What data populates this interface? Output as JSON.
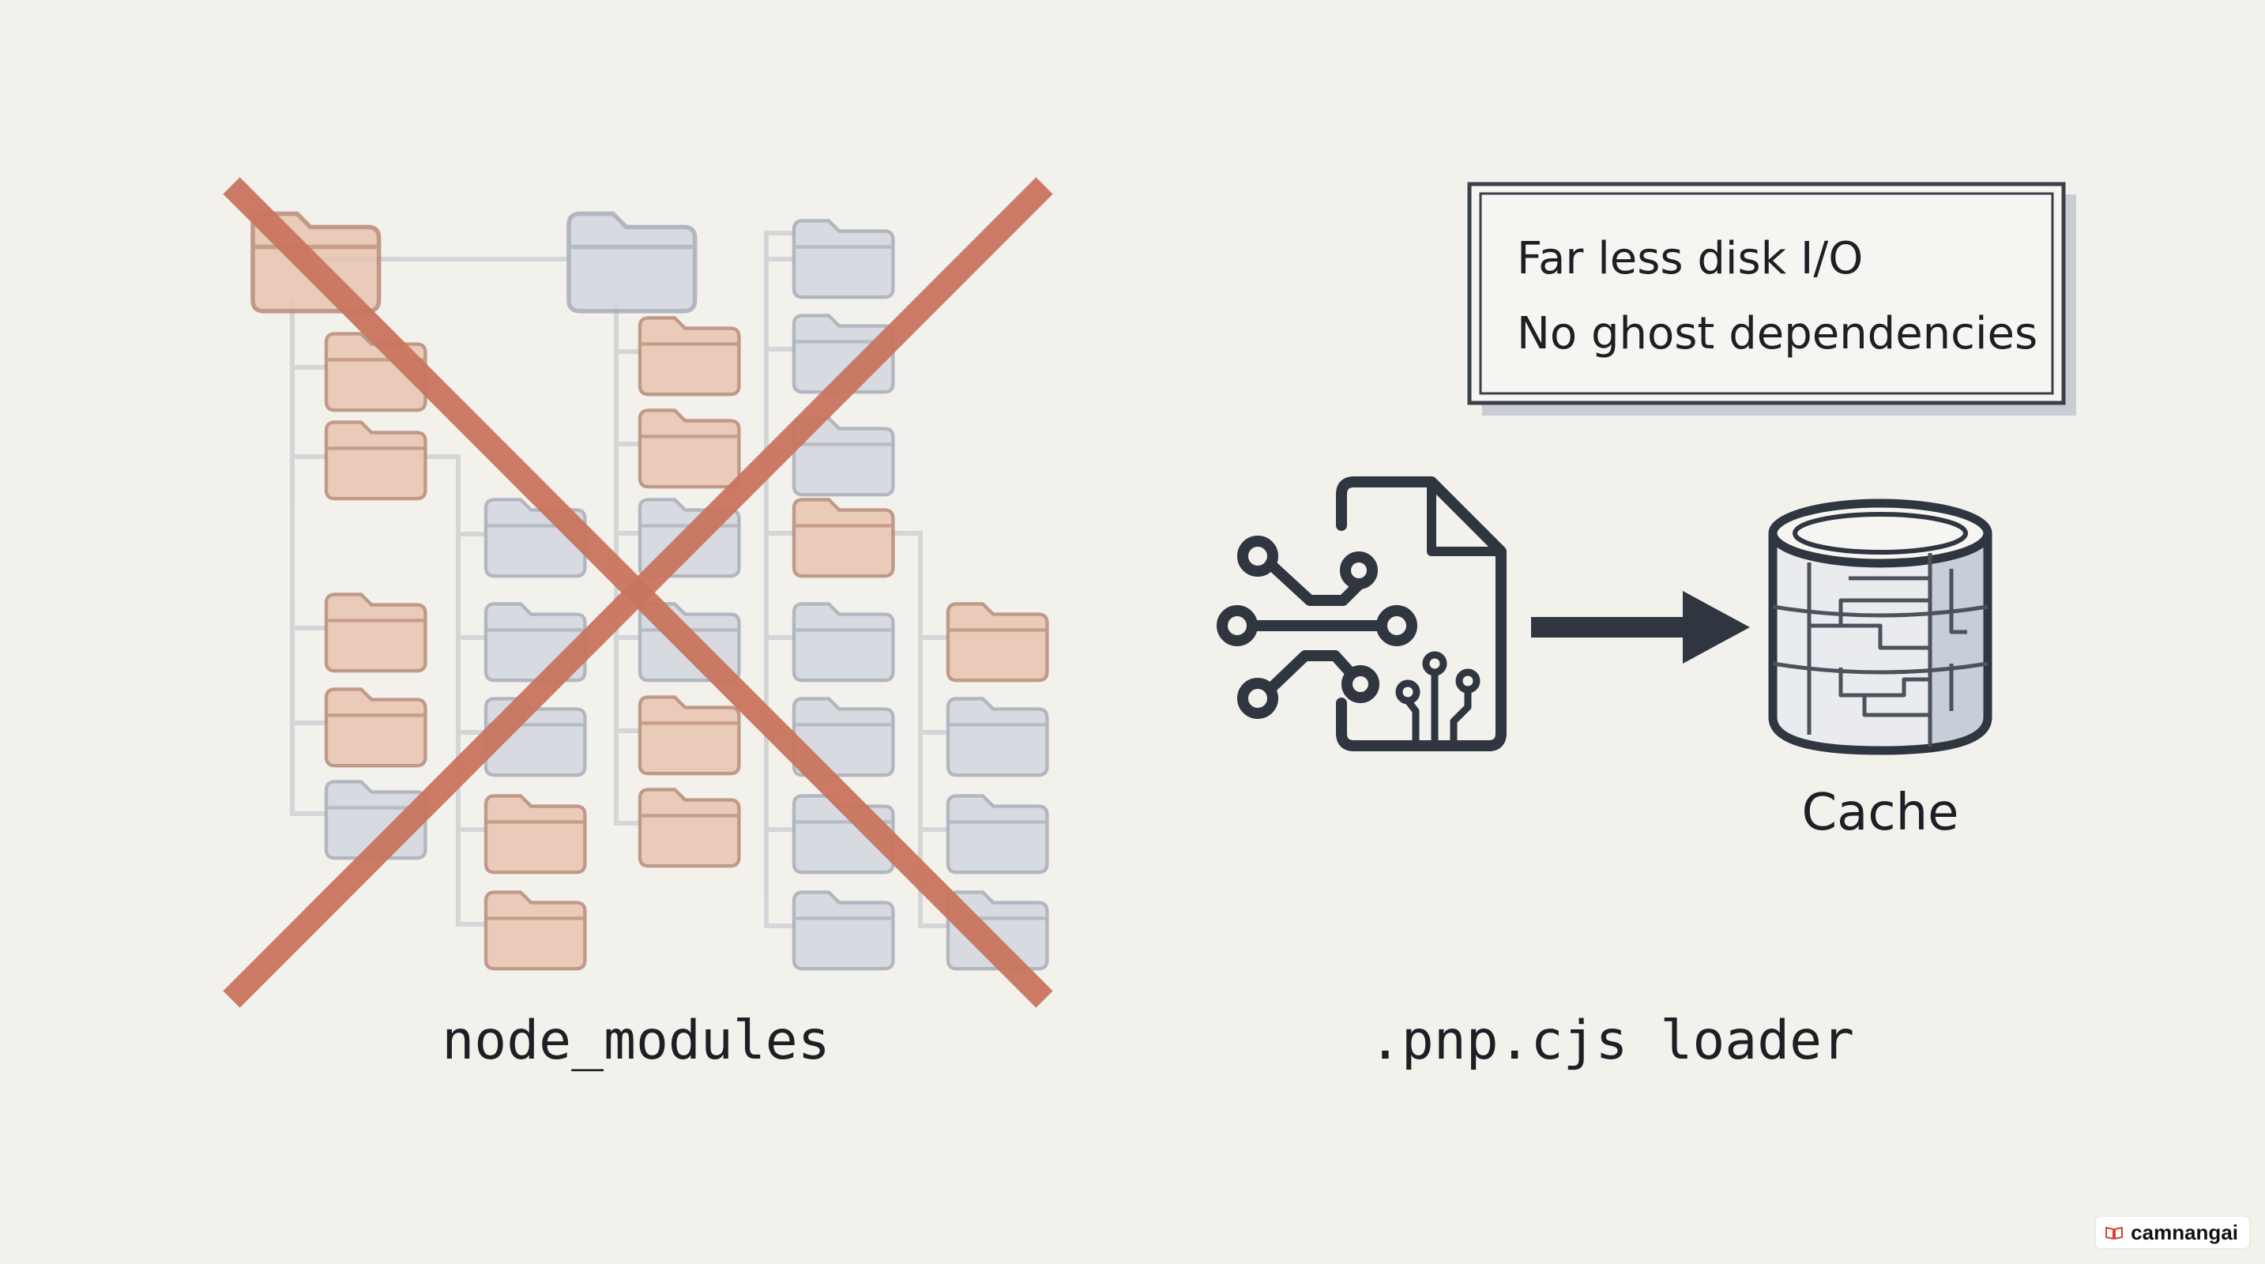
{
  "left_panel": {
    "caption": "node_modules"
  },
  "right_panel": {
    "caption": ".pnp.cjs loader",
    "cache_label": "Cache",
    "benefits": [
      "Far less disk I/O",
      "No ghost dependencies"
    ]
  },
  "watermark": {
    "text": "camnangai"
  },
  "colors": {
    "background": "#f2f1ec",
    "cross": "#c9755e",
    "folder_orange_fill": "#e9c5b1",
    "folder_gray_fill": "#d3d7de",
    "line_dark": "#2f3640"
  }
}
